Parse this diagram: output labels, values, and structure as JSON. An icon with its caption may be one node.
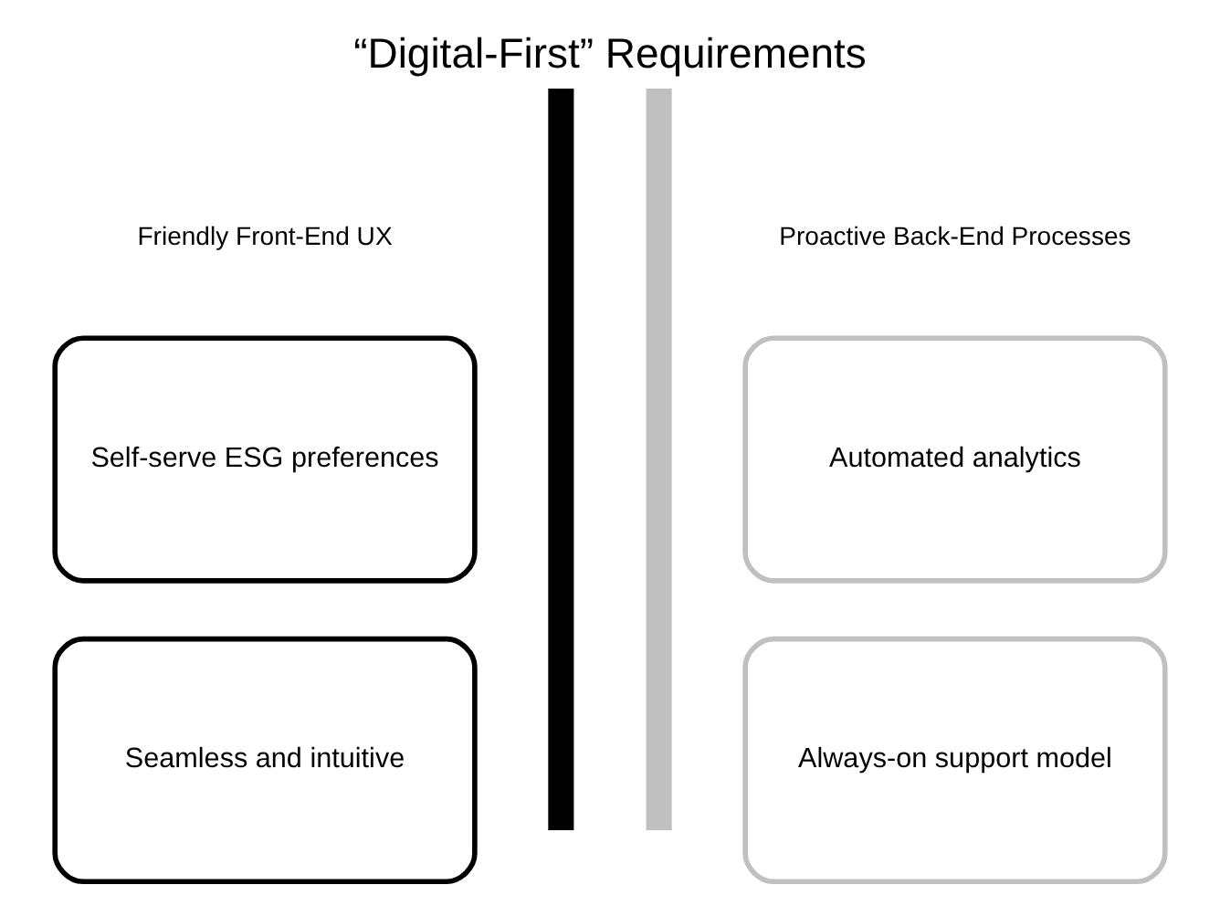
{
  "diagram": {
    "title": "“Digital-First” Requirements",
    "nodes": [
      {
        "text": [
          "Self-serve ESG preferences"
        ]
      },
      {
        "text": [],
        "shape": "bar"
      },
      {
        "text": [],
        "shape": "bar"
      },
      {
        "text": [
          "Automated analytics"
        ]
      },
      {
        "text": [
          "Seamless and intuitive"
        ]
      },
      {
        "text": [
          "Always-on support model"
        ]
      }
    ],
    "labels": [
      "Friendly Front-End UX",
      "Proactive Back-End Processes"
    ]
  }
}
